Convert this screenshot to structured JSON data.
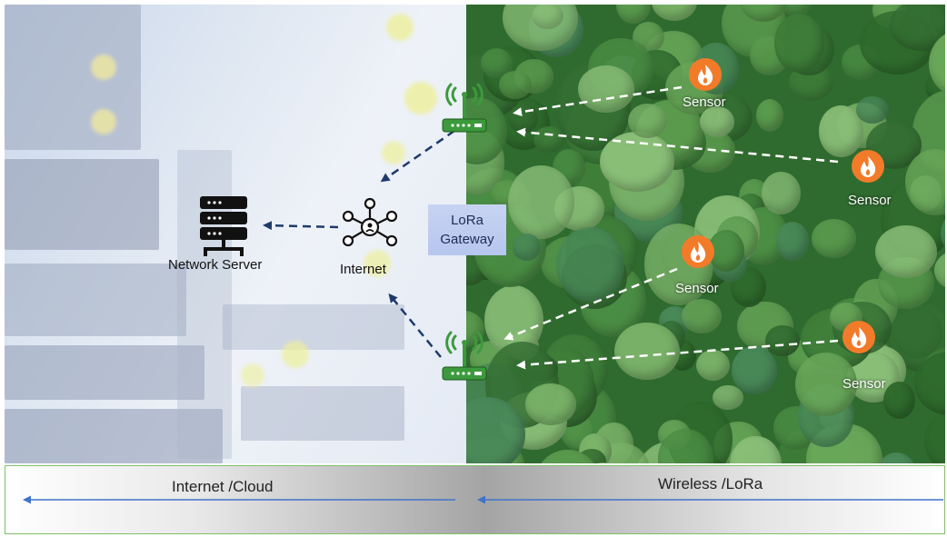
{
  "labels": {
    "network_server": "Network Server",
    "internet": "Internet",
    "gateway_line1": "LoRa",
    "gateway_line2": "Gateway",
    "sensor": "Sensor"
  },
  "sensors": [
    {
      "label": "Sensor"
    },
    {
      "label": "Sensor"
    },
    {
      "label": "Sensor"
    },
    {
      "label": "Sensor"
    }
  ],
  "bottom_band": {
    "left_label": "Internet /Cloud",
    "right_label": "Wireless /LoRa"
  },
  "colors": {
    "router": "#3c9a3c",
    "sensor_icon": "#f27b2a",
    "internet_arrow": "#1f3a6b",
    "sensor_arrow": "#ffffff",
    "band_arrow": "#3f73c9"
  },
  "icons": [
    "server-stack-icon",
    "network-hub-icon",
    "router-icon",
    "flame-icon"
  ]
}
